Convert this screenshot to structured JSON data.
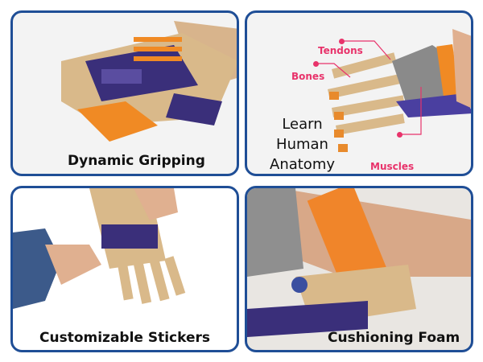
{
  "panels": [
    {
      "caption": "Dynamic Gripping"
    },
    {
      "caption_lines": [
        "Learn",
        "Human",
        "Anatomy"
      ],
      "labels": {
        "tendons": "Tendons",
        "bones": "Bones",
        "muscles": "Muscles"
      }
    },
    {
      "caption": "Customizable Stickers"
    },
    {
      "caption": "Cushioning Foam"
    }
  ],
  "colors": {
    "border": "#1f4e96",
    "accent": "#e8336b"
  }
}
